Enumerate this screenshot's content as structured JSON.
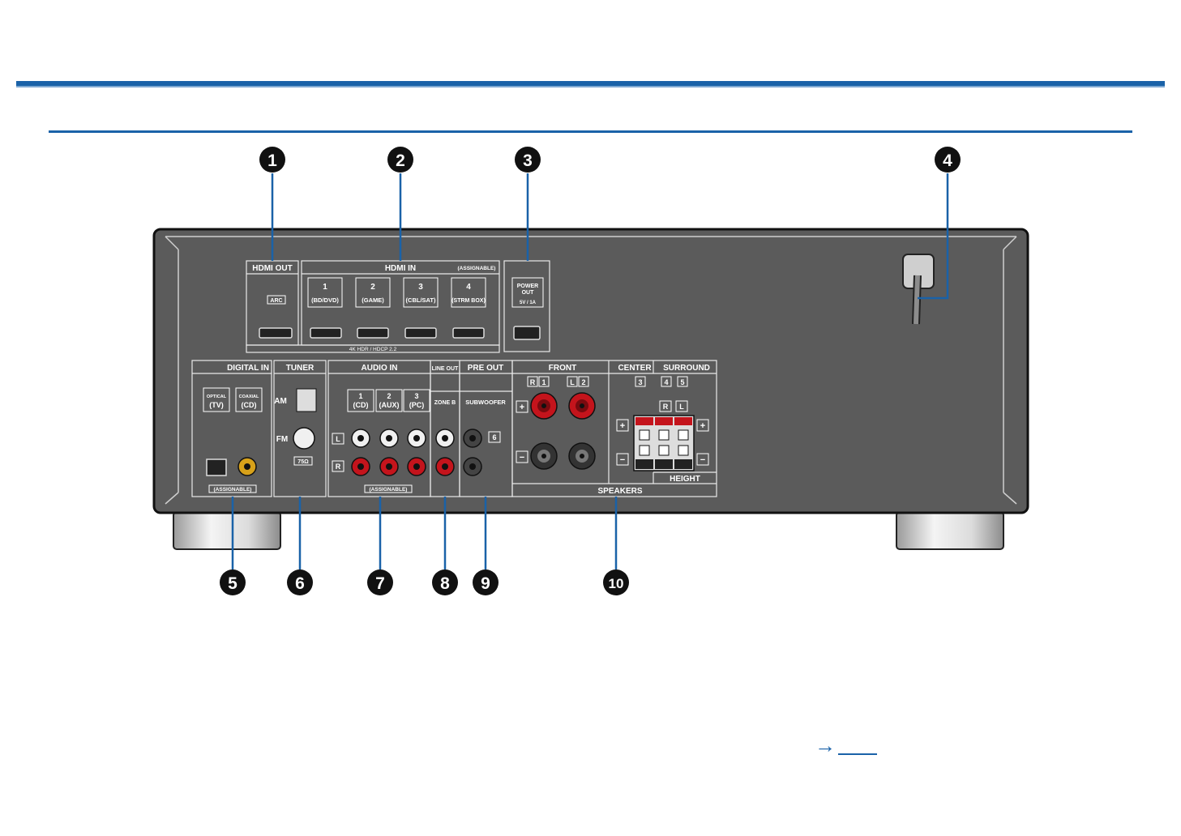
{
  "callouts": [
    "1",
    "2",
    "3",
    "4",
    "5",
    "6",
    "7",
    "8",
    "9",
    "10"
  ],
  "panel": {
    "hdmi_out": {
      "title": "HDMI OUT",
      "arc": "ARC"
    },
    "hdmi_in": {
      "title": "HDMI IN",
      "assignable": "(ASSIGNABLE)",
      "ports": [
        {
          "num": "1",
          "name": "(BD/DVD)"
        },
        {
          "num": "2",
          "name": "(GAME)"
        },
        {
          "num": "3",
          "name": "(CBL/SAT)"
        },
        {
          "num": "4",
          "name": "(STRM BOX)"
        }
      ],
      "footer": "4K HDR / HDCP 2.2"
    },
    "power_out": {
      "line1": "POWER",
      "line2": "OUT",
      "spec": "5V / 1A"
    },
    "digital_in": {
      "title": "DIGITAL IN",
      "optical": "OPTICAL",
      "optical_name": "(TV)",
      "coaxial": "COAXIAL",
      "coaxial_name": "(CD)",
      "assignable": "(ASSIGNABLE)"
    },
    "tuner": {
      "title": "TUNER",
      "am": "AM",
      "fm": "FM",
      "ohm": "75Ω"
    },
    "audio_in": {
      "title": "AUDIO IN",
      "inputs": [
        {
          "num": "1",
          "name": "(CD)"
        },
        {
          "num": "2",
          "name": "(AUX)"
        },
        {
          "num": "3",
          "name": "(PC)"
        }
      ],
      "left": "L",
      "right": "R",
      "assignable": "(ASSIGNABLE)"
    },
    "line_out": {
      "title": "LINE OUT",
      "zone": "ZONE B"
    },
    "pre_out": {
      "title": "PRE OUT",
      "sub": "SUBWOOFER",
      "num": "6"
    },
    "front": {
      "title": "FRONT",
      "r": "R",
      "r_num": "1",
      "l": "L",
      "l_num": "2",
      "plus": "+",
      "minus": "−"
    },
    "center": {
      "title": "CENTER",
      "num": "3"
    },
    "surround": {
      "title": "SURROUND",
      "num4": "4",
      "num5": "5",
      "r": "R",
      "l": "L",
      "height": "HEIGHT"
    },
    "speakers": "SPEAKERS"
  },
  "link": {
    "arrow": "→"
  },
  "colors": {
    "accent": "#1a62a8",
    "panel": "#5b5b5b",
    "red": "#c4141c"
  }
}
